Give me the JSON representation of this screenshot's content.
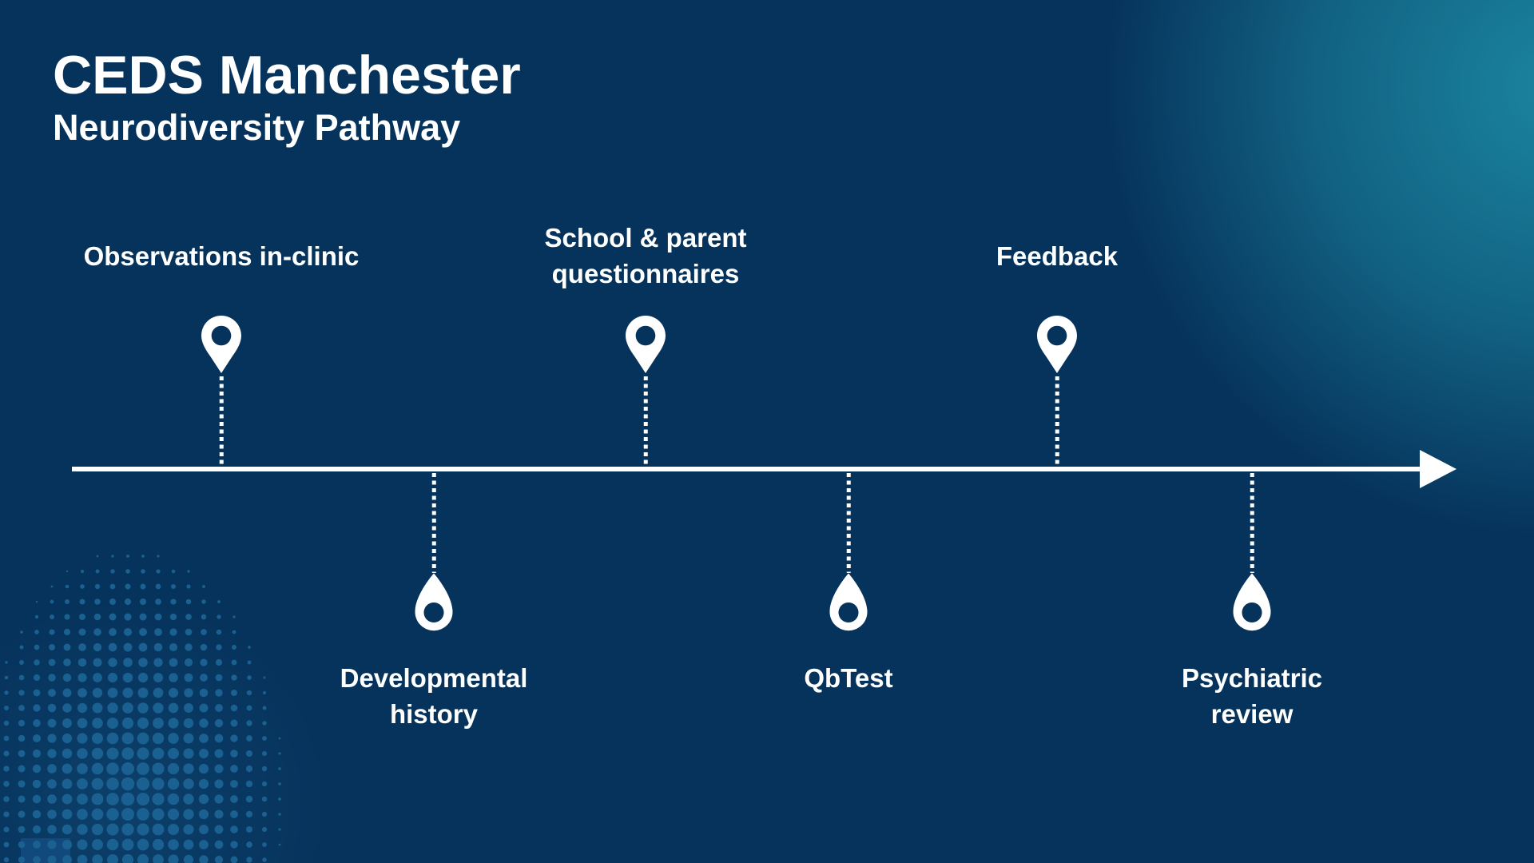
{
  "header": {
    "title": "CEDS Manchester",
    "subtitle": "Neurodiversity Pathway"
  },
  "timeline": {
    "above": [
      {
        "name": "observations-in-clinic",
        "lines": [
          "Observations in-clinic"
        ]
      },
      {
        "name": "school-parent-questionnaires",
        "lines": [
          "School & parent",
          "questionnaires"
        ]
      },
      {
        "name": "feedback",
        "lines": [
          "Feedback"
        ]
      }
    ],
    "below": [
      {
        "name": "developmental-history",
        "lines": [
          "Developmental",
          "history"
        ]
      },
      {
        "name": "qbtest",
        "lines": [
          "QbTest"
        ]
      },
      {
        "name": "psychiatric-review",
        "lines": [
          "Psychiatric",
          "review"
        ]
      }
    ]
  },
  "icons": {
    "above_marker": "map-pin-icon",
    "below_marker": "drop-pin-icon",
    "axis_end": "arrow-right-icon"
  },
  "colors": {
    "background": "#06335C",
    "glow_teal": "#1B87A1",
    "text": "#FFFFFF",
    "axis": "#FFFFFF",
    "halftone_dot": "#1A6090",
    "corner_accent": "#11497C"
  }
}
